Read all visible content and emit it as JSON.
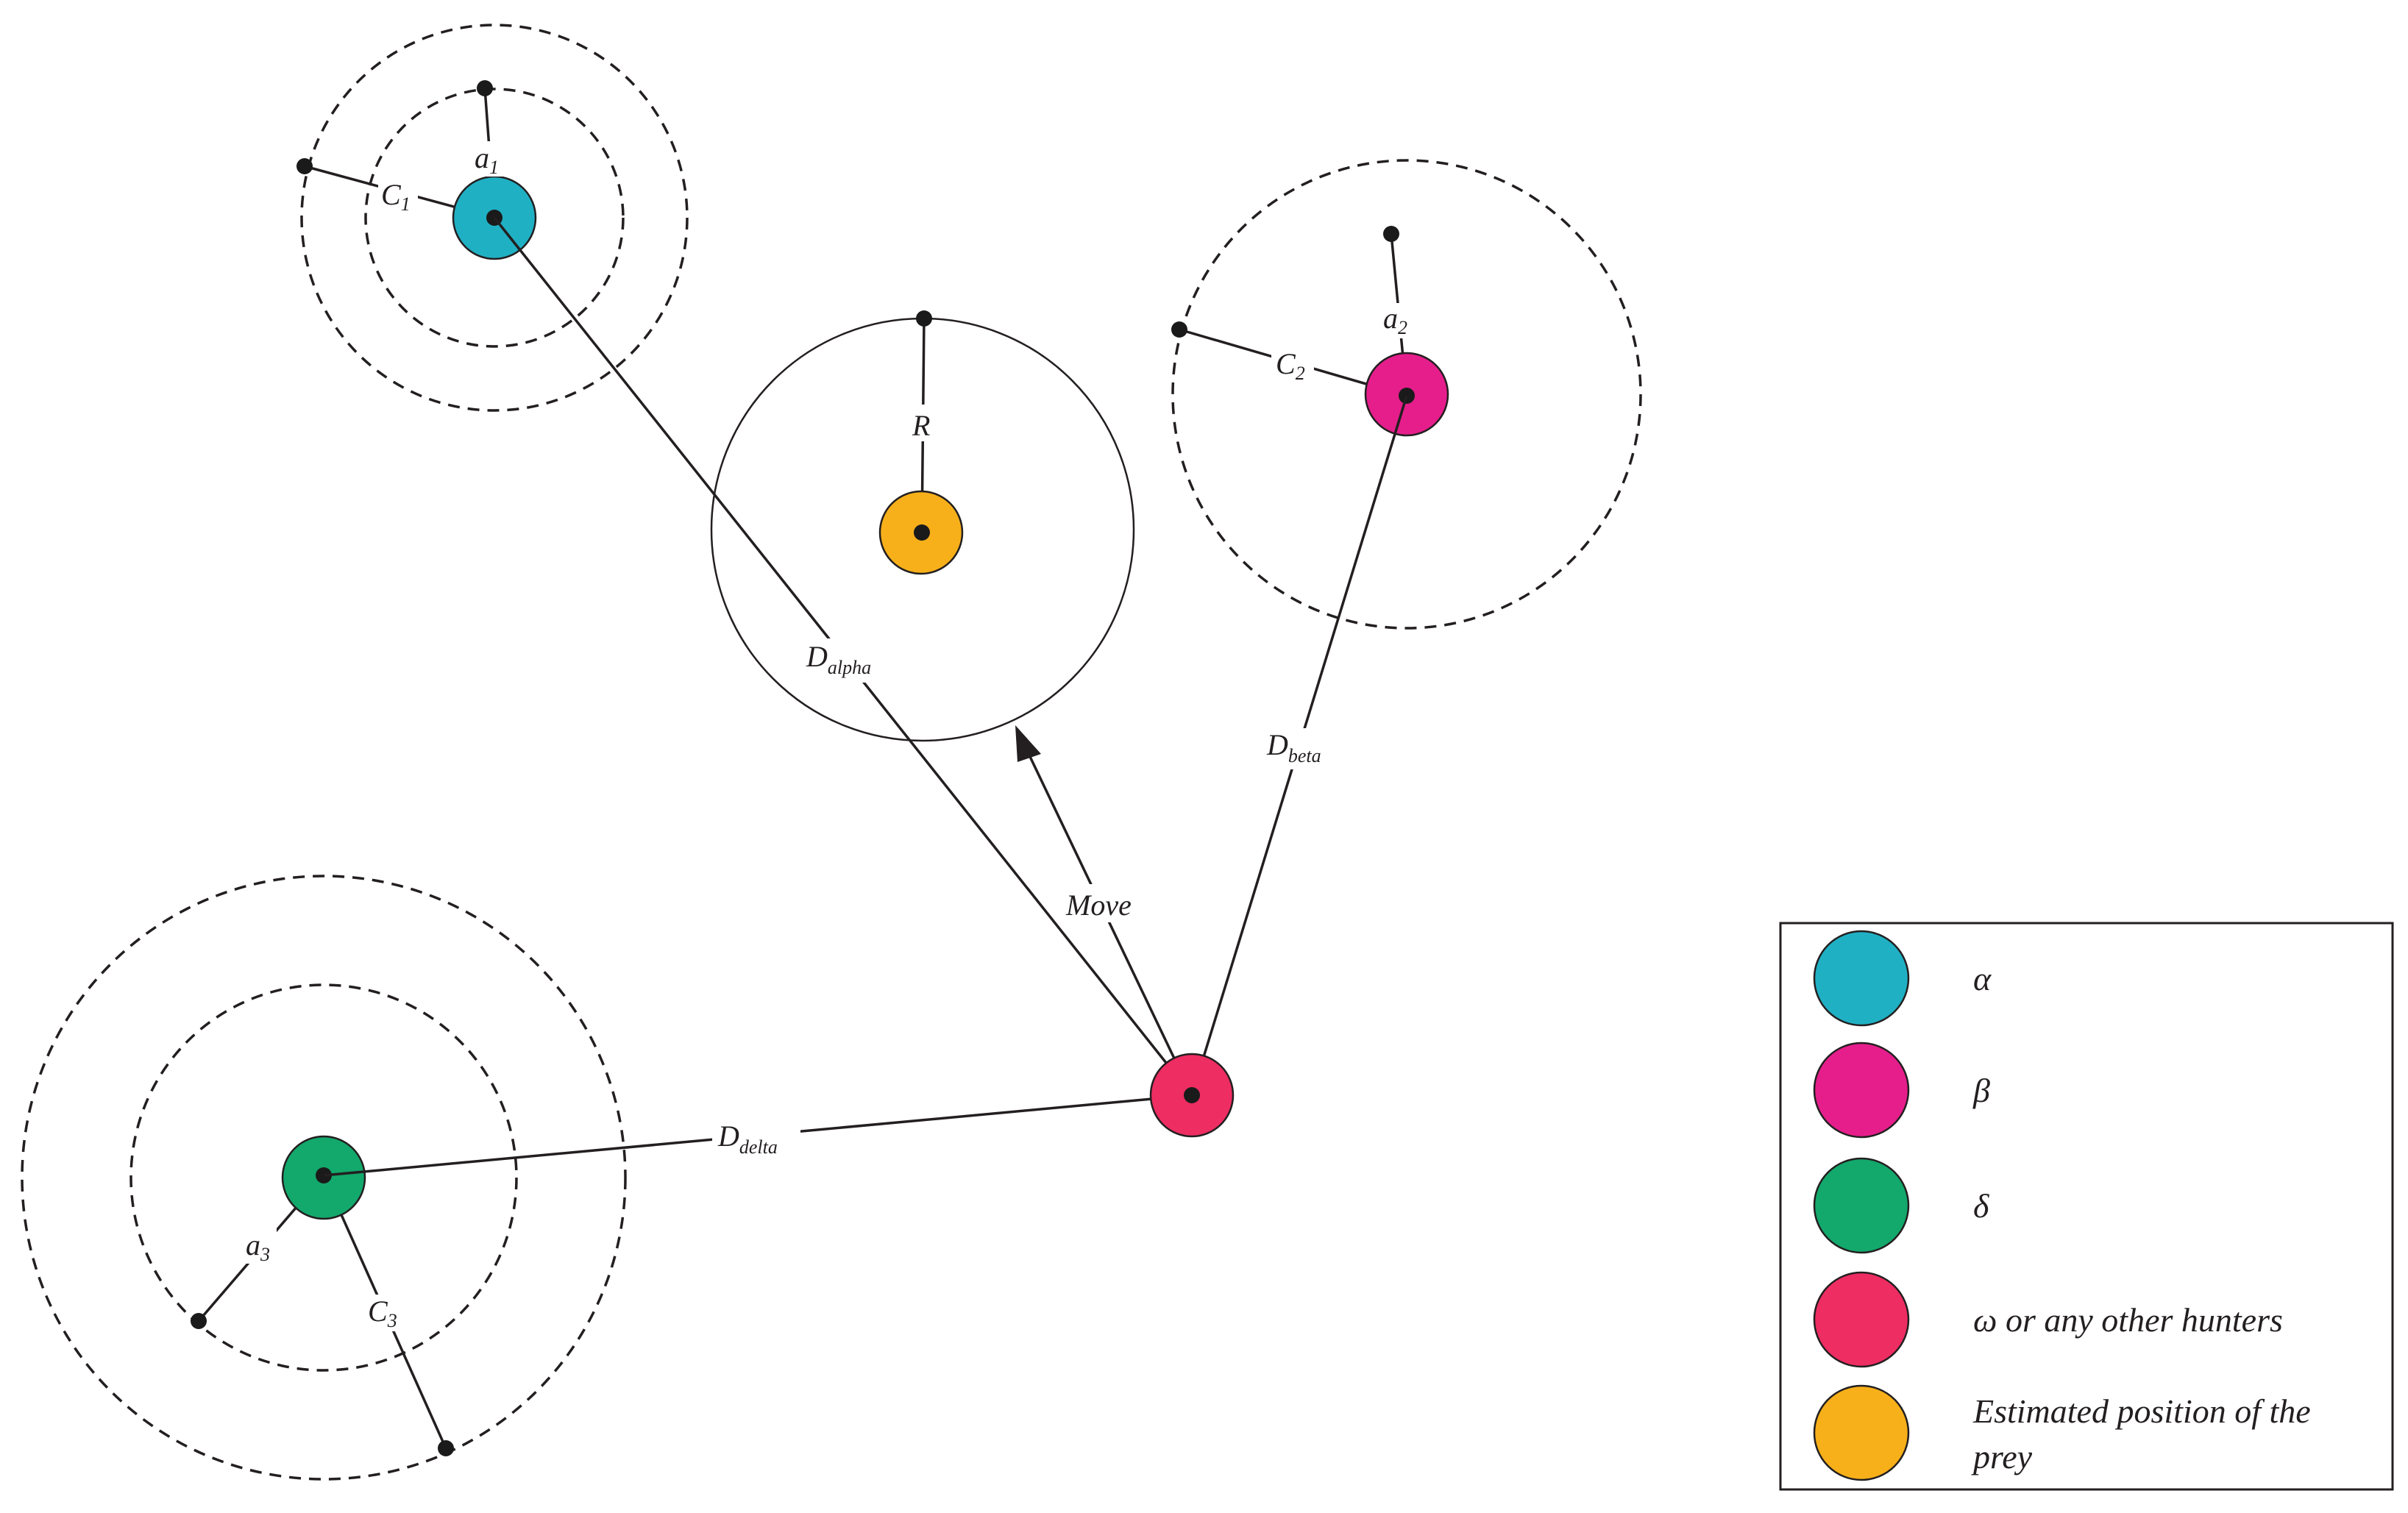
{
  "agents": {
    "alpha": {
      "color": "#20b0c4",
      "coef_a": "a",
      "coef_a_sub": "1",
      "coef_c": "C",
      "coef_c_sub": "1"
    },
    "beta": {
      "color": "#e61e8c",
      "coef_a": "a",
      "coef_a_sub": "2",
      "coef_c": "C",
      "coef_c_sub": "2"
    },
    "delta": {
      "color": "#13a86c",
      "coef_a": "a",
      "coef_a_sub": "3",
      "coef_c": "C",
      "coef_c_sub": "3"
    },
    "omega": {
      "color": "#ee2d63"
    },
    "prey": {
      "color": "#f7b01a",
      "radius_label": "R"
    }
  },
  "distances": {
    "alpha": {
      "main": "D",
      "sub": "alpha"
    },
    "beta": {
      "main": "D",
      "sub": "beta"
    },
    "delta": {
      "main": "D",
      "sub": "delta"
    }
  },
  "move_label": "Move",
  "legend": {
    "items": [
      {
        "key": "alpha",
        "text": "α",
        "color": "#20b0c4"
      },
      {
        "key": "beta",
        "text": "β",
        "color": "#e61e8c"
      },
      {
        "key": "delta",
        "text": "δ",
        "color": "#13a86c"
      },
      {
        "key": "omega",
        "text": "ω or any other hunters",
        "color": "#ee2d63"
      },
      {
        "key": "prey",
        "text_line1": "Estimated position of the",
        "text_line2": "prey",
        "color": "#f7b01a"
      }
    ]
  }
}
